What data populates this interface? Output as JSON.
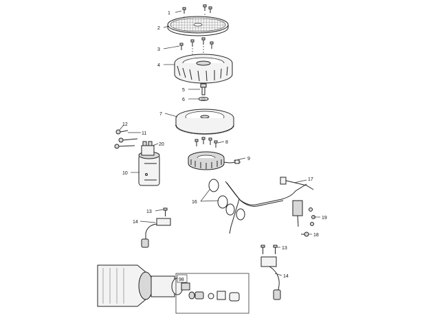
{
  "callouts": {
    "c1": "1",
    "c2": "2",
    "c3": "3",
    "c4": "4",
    "c5": "5",
    "c6": "6",
    "c7": "7",
    "c8": "8",
    "c9": "9",
    "c10": "10",
    "c11": "11",
    "c12": "12",
    "c13a": "13",
    "c13b": "13",
    "c14a": "14",
    "c14b": "14",
    "c16": "16",
    "c17": "17",
    "c18": "18",
    "c19": "19",
    "c20": "20",
    "c98": "98"
  }
}
